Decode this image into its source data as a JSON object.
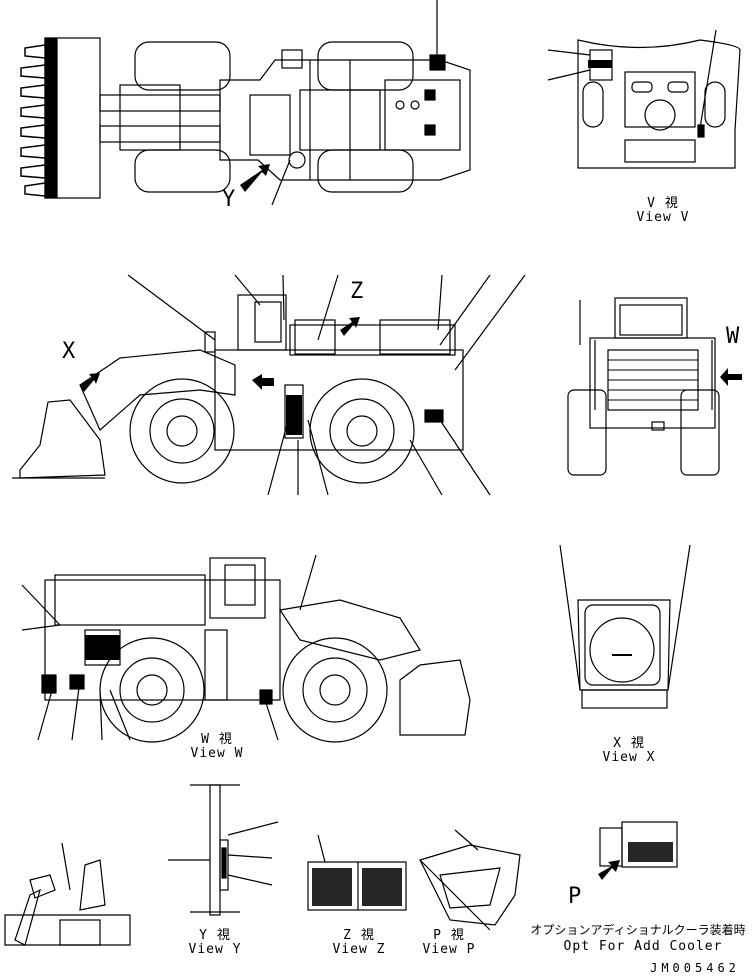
{
  "views": [
    {
      "jp": "V 視",
      "en": "View V"
    },
    {
      "jp": "W 視",
      "en": "View W"
    },
    {
      "jp": "X 視",
      "en": "View X"
    },
    {
      "jp": "Y 視",
      "en": "View Y"
    },
    {
      "jp": "Z 視",
      "en": "View Z"
    },
    {
      "jp": "P 視",
      "en": "View P"
    }
  ],
  "arrow_letters": {
    "y": "Y",
    "z": "Z",
    "x": "X",
    "w": "W",
    "p": "P"
  },
  "option_note": {
    "jp": "オプションアディショナルクーラ装着時",
    "en": "Opt For Add Cooler"
  },
  "doc_number": "JM005462",
  "colors": {
    "line": "#000000",
    "fill": "#000000",
    "background": "#ffffff"
  }
}
